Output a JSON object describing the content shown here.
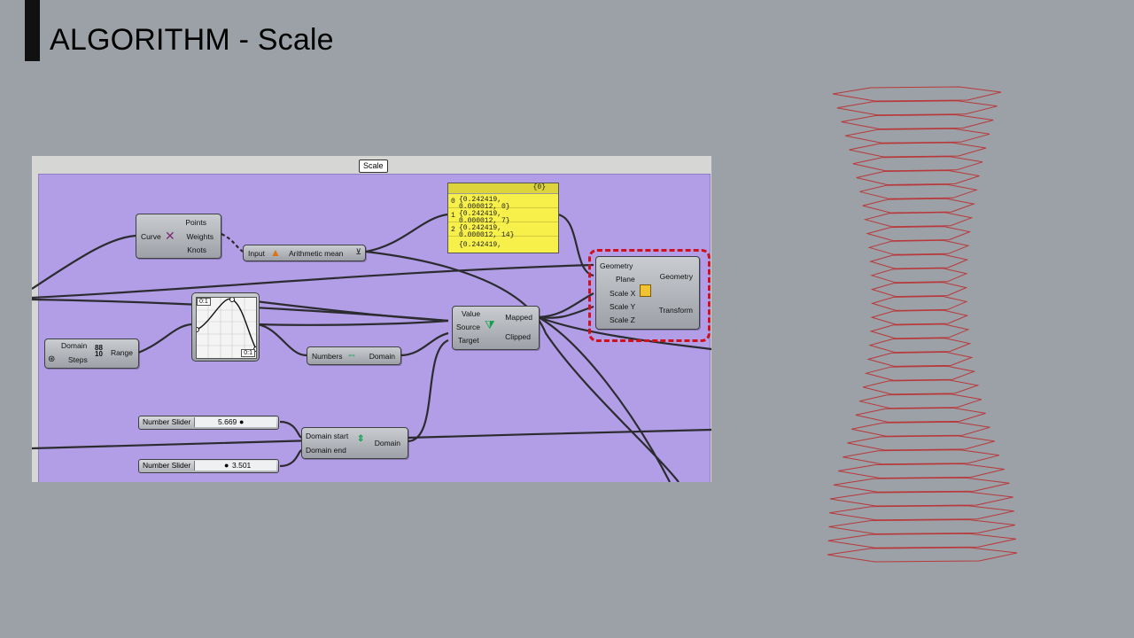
{
  "slide": {
    "title": "ALGORITHM - Scale"
  },
  "canvas": {
    "group_label": "Scale",
    "divide": {
      "input": "Curve",
      "outputs": [
        "Points",
        "Weights",
        "Knots"
      ]
    },
    "average": {
      "input": "Input",
      "output": "Arithmetic mean"
    },
    "panel": {
      "header": "{0}",
      "rows": [
        {
          "index": "0",
          "text": "{0.242419, 0.000012, 0}"
        },
        {
          "index": "1",
          "text": "{0.242419, 0.000012, 7}"
        },
        {
          "index": "2",
          "text": "{0.242419, 0.000012, 14}"
        },
        {
          "index": "",
          "text": "{0.242419,"
        }
      ]
    },
    "graph": {
      "top_tag": "0:1",
      "bottom_tag": "0:1"
    },
    "range": {
      "inputs": [
        "Domain",
        "Steps"
      ],
      "output": "Range"
    },
    "bounds": {
      "input": "Numbers",
      "output": "Domain"
    },
    "remap": {
      "inputs": [
        "Value",
        "Source",
        "Target"
      ],
      "outputs": [
        "Mapped",
        "Clipped"
      ]
    },
    "scale_nu": {
      "inputs": [
        "Geometry",
        "Plane",
        "Scale X",
        "Scale Y",
        "Scale Z"
      ],
      "outputs": [
        "Geometry",
        "Transform"
      ]
    },
    "construct_domain": {
      "inputs": [
        "Domain start",
        "Domain end"
      ],
      "output": "Domain"
    },
    "slider1": {
      "label": "Number Slider",
      "value": "5.669",
      "level": 0.55
    },
    "slider2": {
      "label": "Number Slider",
      "value": "3.501",
      "level": 0.38
    }
  },
  "preview": {
    "description_color": "#b8383a",
    "ring_count": 34
  }
}
